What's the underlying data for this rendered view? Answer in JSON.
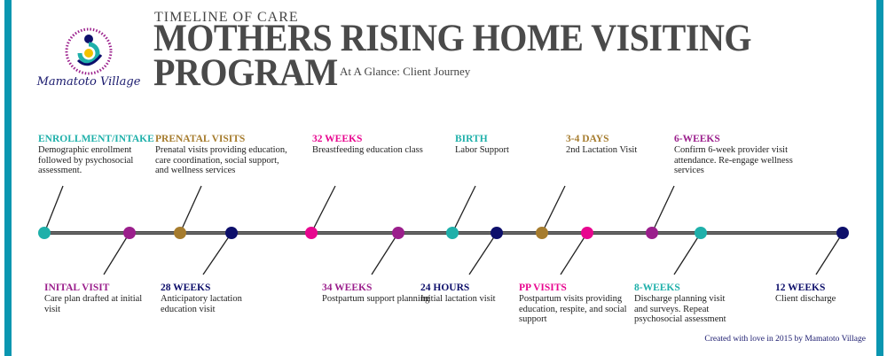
{
  "header": {
    "supertitle": "TIMELINE OF CARE",
    "title_line1": "MOTHERS RISING HOME VISITING",
    "title_line2": "PROGRAM",
    "subtitle": "At A Glance: Client Journey"
  },
  "logo": {
    "text": "Mamatoto Village"
  },
  "colors": {
    "teal": "#1fb0aa",
    "purple": "#9b1f8c",
    "gold": "#a67c2e",
    "navy": "#0d0f6b",
    "pink": "#e8068f",
    "frame": "#0a96b0"
  },
  "events_top": [
    {
      "title": "ENROLLMENT/INTAKE",
      "desc": "Demographic enrollment followed by psychosocial assessment.",
      "color": "#1fb0aa"
    },
    {
      "title": "PRENATAL VISITS",
      "desc": "Prenatal visits providing education, care coordination, social support, and wellness services",
      "color": "#a67c2e"
    },
    {
      "title": "32 WEEKS",
      "desc": "Breastfeeding education class",
      "color": "#e8068f"
    },
    {
      "title": "BIRTH",
      "desc": "Labor Support",
      "color": "#1fb0aa"
    },
    {
      "title": "3-4 DAYS",
      "desc": "2nd Lactation Visit",
      "color": "#a67c2e"
    },
    {
      "title": "6-WEEKS",
      "desc": "Confirm 6-week provider visit attendance. Re-engage wellness services",
      "color": "#9b1f8c"
    }
  ],
  "events_bottom": [
    {
      "title": "INITAL VISIT",
      "desc": "Care plan drafted at initial visit",
      "color": "#9b1f8c"
    },
    {
      "title": "28 WEEKS",
      "desc": "Anticipatory lactation education visit",
      "color": "#0d0f6b"
    },
    {
      "title": "34 WEEKS",
      "desc": "Postpartum support planning",
      "color": "#9b1f8c"
    },
    {
      "title": "24 HOURS",
      "desc": "Initial lactation visit",
      "color": "#0d0f6b"
    },
    {
      "title": "PP VISITS",
      "desc": "Postpartum visits providing education, respite, and social support",
      "color": "#e8068f"
    },
    {
      "title": "8-WEEKS",
      "desc": "Discharge planning visit and surveys. Repeat psychosocial assessment",
      "color": "#1fb0aa"
    },
    {
      "title": "12 WEEKS",
      "desc": "Client discharge",
      "color": "#0d0f6b"
    }
  ],
  "footer": {
    "credit": "Created with love in 2015 by Mamatoto Village"
  }
}
